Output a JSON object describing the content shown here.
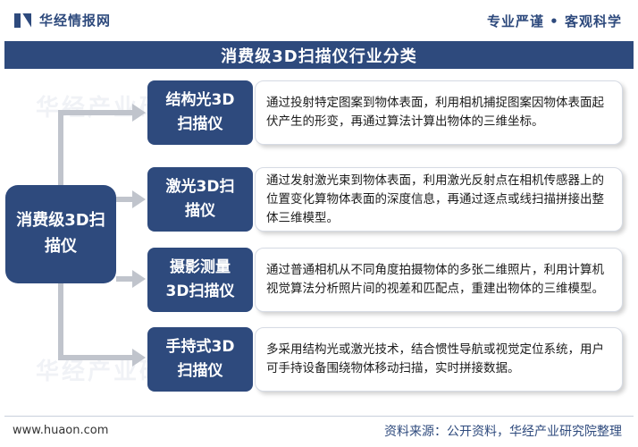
{
  "header": {
    "logo_text": "华经情报网",
    "slogan": "专业严谨 • 客观科学"
  },
  "title": "消费级3D扫描仪行业分类",
  "center": {
    "label": "消费级3D扫描仪"
  },
  "categories": [
    {
      "label": "结构光3D扫描仪",
      "description": "通过投射特定图案到物体表面，利用相机捕捉图案因物体表面起伏产生的形变，再通过算法计算出物体的三维坐标。"
    },
    {
      "label": "激光3D扫描仪",
      "description": "通过发射激光束到物体表面，利用激光反射点在相机传感器上的位置变化算物体表面的深度信息，再通过逐点或线扫描拼接出整体三维模型。"
    },
    {
      "label": "摄影测量3D扫描仪",
      "description": "通过普通相机从不同角度拍摄物体的多张二维照片，利用计算机视觉算法分析照片间的视差和匹配点，重建出物体的三维模型。"
    },
    {
      "label": "手持式3D扫描仪",
      "description": "多采用结构光或激光技术，结合惯性导航或视觉定位系统，用户可手持设备围绕物体移动扫描，实时拼接数据。"
    }
  ],
  "watermark": "华经产业研究院",
  "footer": {
    "url": "www.huaon.com",
    "source": "资料来源：公开资料，华经产业研究院整理"
  },
  "colors": {
    "primary": "#2e4a7d",
    "connector": "#c0c4cc"
  }
}
